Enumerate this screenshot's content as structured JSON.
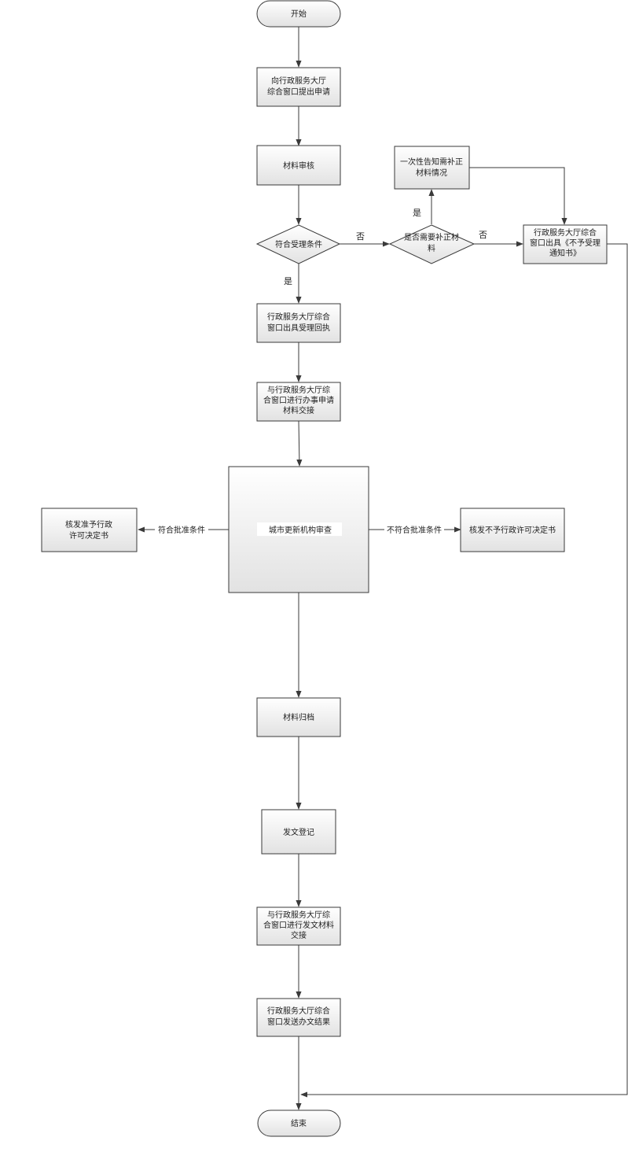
{
  "nodes": {
    "start": "开始",
    "apply": [
      "向行政服务大厅",
      "综合窗口提出申请"
    ],
    "review": "材料审核",
    "cond_accept": "符合受理条件",
    "need_supplement": [
      "是否需要补正材",
      "料"
    ],
    "notify_once": [
      "一次性告知需补正",
      "材料情况"
    ],
    "not_accept_notice": [
      "行政服务大厅综合",
      "窗口出具《不予受理",
      "通知书》"
    ],
    "receipt": [
      "行政服务大厅综合",
      "窗口出具受理回执"
    ],
    "handover_apply": [
      "与行政服务大厅综",
      "合窗口进行办事申请",
      "材料交接"
    ],
    "agency_review": "城市更新机构审查",
    "approve": [
      "核发准予行政",
      "许可决定书"
    ],
    "reject": "核发不予行政许可决定书",
    "archive": "材料归档",
    "register": "发文登记",
    "handover_doc": [
      "与行政服务大厅综",
      "合窗口进行发文材料",
      "交接"
    ],
    "send_result": [
      "行政服务大厅综合",
      "窗口发送办文结果"
    ],
    "end": "结束"
  },
  "labels": {
    "yes": "是",
    "no": "否",
    "meets_approval": "符合批准条件",
    "not_meets_approval": "不符合批准条件"
  }
}
